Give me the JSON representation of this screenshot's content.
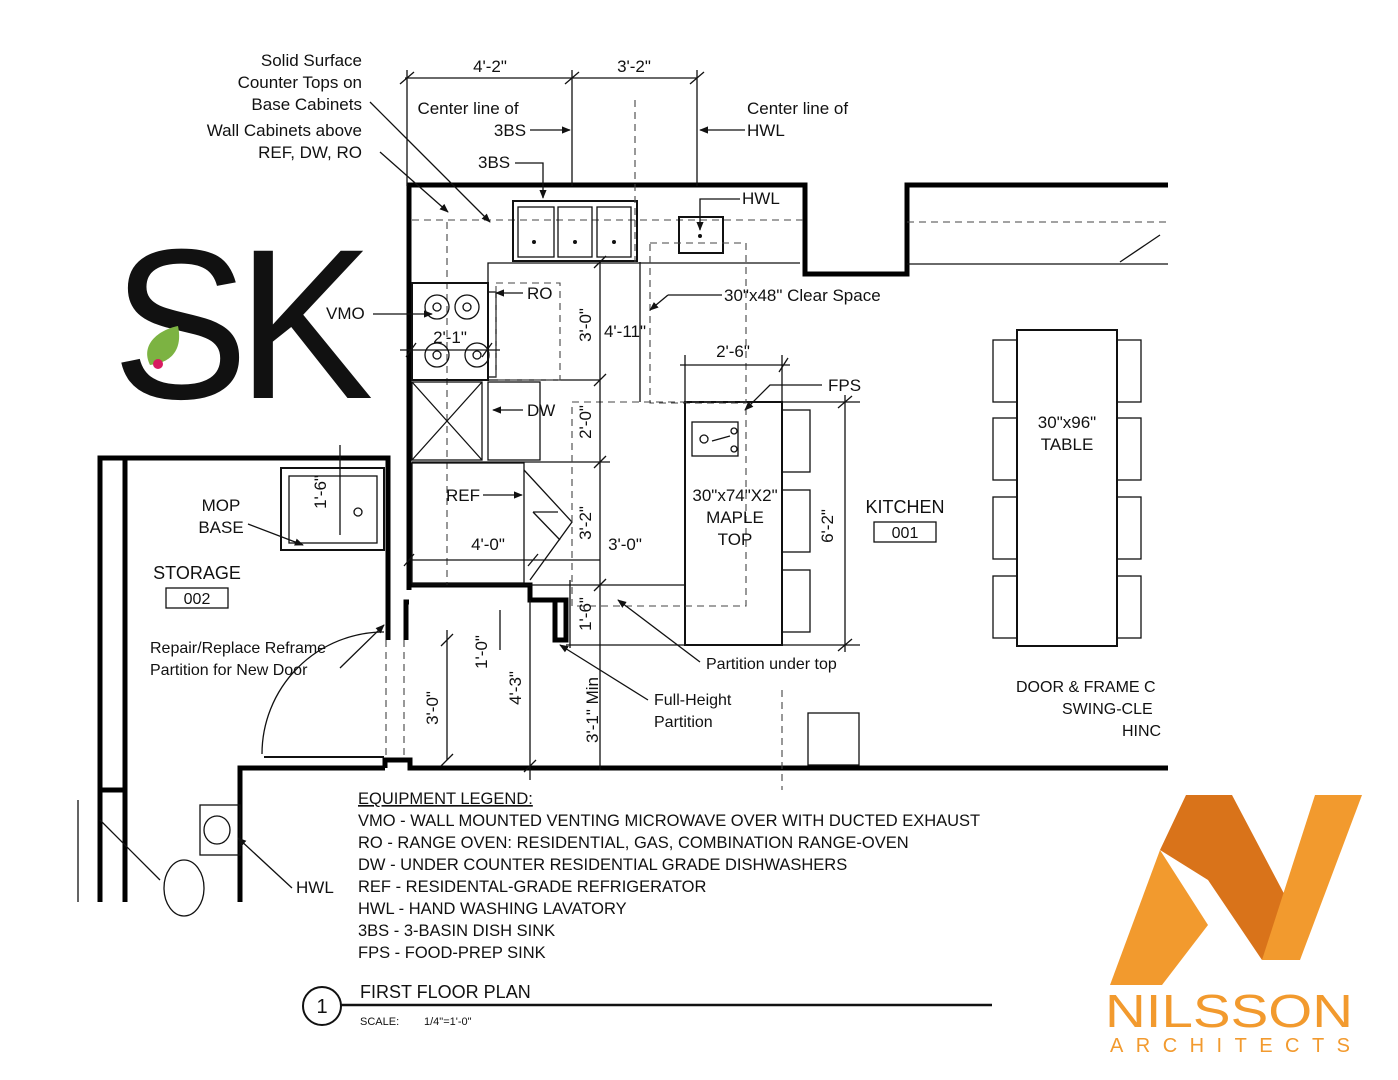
{
  "notes": {
    "counter_tops": [
      "Solid Surface",
      "Counter Tops on",
      "Base Cabinets"
    ],
    "wall_cabinets": [
      "Wall Cabinets above",
      "REF, DW, RO"
    ],
    "center_line_3bs": [
      "Center line of",
      "3BS"
    ],
    "center_line_hwl": [
      "Center line of",
      "HWL"
    ],
    "clear_space": "30\"x48\" Clear Space",
    "partition_under_top": "Partition under top",
    "full_height_partition": [
      "Full-Height",
      "Partition"
    ],
    "mop_base": [
      "MOP",
      "BASE"
    ],
    "repair_partition": [
      "Repair/Replace Reframe",
      "Partition for New Door"
    ],
    "door_note": [
      "DOOR & FRAME C",
      "SWING-CLE",
      "HINC"
    ]
  },
  "equipment_labels": {
    "three_bs": "3BS",
    "hwl": "HWL",
    "hwl_restroom": "HWL",
    "vmo": "VMO",
    "ro": "RO",
    "dw": "DW",
    "ref": "REF",
    "fps": "FPS",
    "table": [
      "30\"x96\"",
      "TABLE"
    ],
    "island": [
      "30\"x74\"X2\"",
      "MAPLE",
      "TOP"
    ]
  },
  "rooms": {
    "kitchen": {
      "name": "KITCHEN",
      "number": "001"
    },
    "storage": {
      "name": "STORAGE",
      "number": "002"
    }
  },
  "dimensions": {
    "top_left": "4'-2\"",
    "top_right": "3'-2\"",
    "range_width": "2'-1\"",
    "counter_depth_1": "3'-0\"",
    "counter_depth_2": "2'-0\"",
    "counter_depth_3": "3'-2\"",
    "clear_depth": "4'-11\"",
    "island_width": "2'-6\"",
    "island_length": "6'-2\"",
    "ref_run": "4'-0\"",
    "aisle": "3'-0\"",
    "offset": "1'-6\"",
    "min_clear": "3'-1\" Min",
    "door_width": "3'-0\"",
    "door_offset": "1'-0\"",
    "partition": "4'-3\"",
    "mop_offset": "1'-6\""
  },
  "legend": {
    "title": "EQUIPMENT LEGEND:",
    "items": [
      "VMO - WALL MOUNTED VENTING MICROWAVE OVER WITH DUCTED EXHAUST",
      "RO - RANGE OVEN: RESIDENTIAL, GAS, COMBINATION RANGE-OVEN",
      "DW - UNDER COUNTER RESIDENTIAL GRADE DISHWASHERS",
      "REF - RESIDENTAL-GRADE REFRIGERATOR",
      "HWL - HAND WASHING LAVATORY",
      "3BS -  3-BASIN DISH SINK",
      "FPS - FOOD-PREP SINK"
    ]
  },
  "drawing": {
    "number": "1",
    "title": "FIRST FLOOR PLAN",
    "scale_label": "SCALE:",
    "scale_value": "1/4\"=1'-0\""
  },
  "logos": {
    "sk_letters": "SK",
    "firm_name": "NILSSON",
    "firm_sub": "ARCHITECTS"
  },
  "colors": {
    "firm_orange": "#f29a2e",
    "firm_orange_dark": "#d9731a",
    "sk_leaf": "#7cb342",
    "sk_dot": "#d81b60"
  }
}
